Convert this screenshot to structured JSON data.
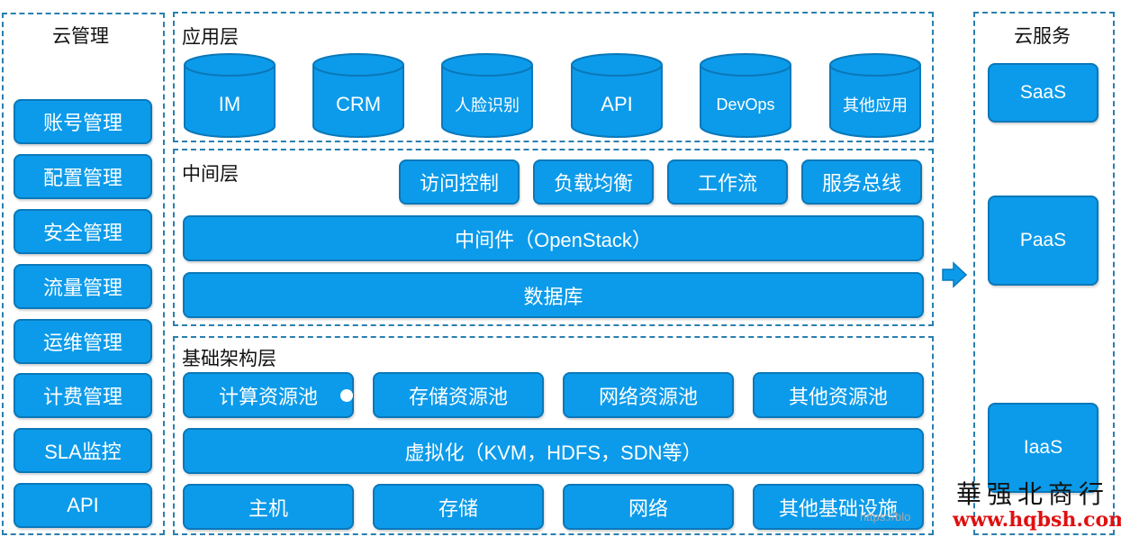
{
  "colors": {
    "box_fill": "#0c9bea",
    "box_border": "#0a78b9",
    "panel_border": "#2a7fb0",
    "watermark_red": "#e01010"
  },
  "cloud_management": {
    "title": "云管理",
    "items": [
      "账号管理",
      "配置管理",
      "安全管理",
      "流量管理",
      "运维管理",
      "计费管理",
      "SLA监控",
      "API"
    ]
  },
  "application_layer": {
    "title": "应用层",
    "apps": [
      "IM",
      "CRM",
      "人脸识别",
      "API",
      "DevOps",
      "其他应用"
    ]
  },
  "middle_layer": {
    "title": "中间层",
    "services": [
      "访问控制",
      "负载均衡",
      "工作流",
      "服务总线"
    ],
    "middleware": "中间件（OpenStack）",
    "database": "数据库"
  },
  "infrastructure_layer": {
    "title": "基础架构层",
    "pools": [
      "计算资源池",
      "存储资源池",
      "网络资源池",
      "其他资源池"
    ],
    "virtualization": "虚拟化（KVM，HDFS，SDN等）",
    "hardware": [
      "主机",
      "存储",
      "网络",
      "其他基础设施"
    ]
  },
  "cloud_services": {
    "title": "云服务",
    "items": [
      "SaaS",
      "PaaS",
      "IaaS"
    ]
  },
  "arrow_icon": "right-arrow-icon",
  "watermark": {
    "name": "華强北商行",
    "url": "www.hqbsh.com",
    "blog": "https://blo"
  }
}
